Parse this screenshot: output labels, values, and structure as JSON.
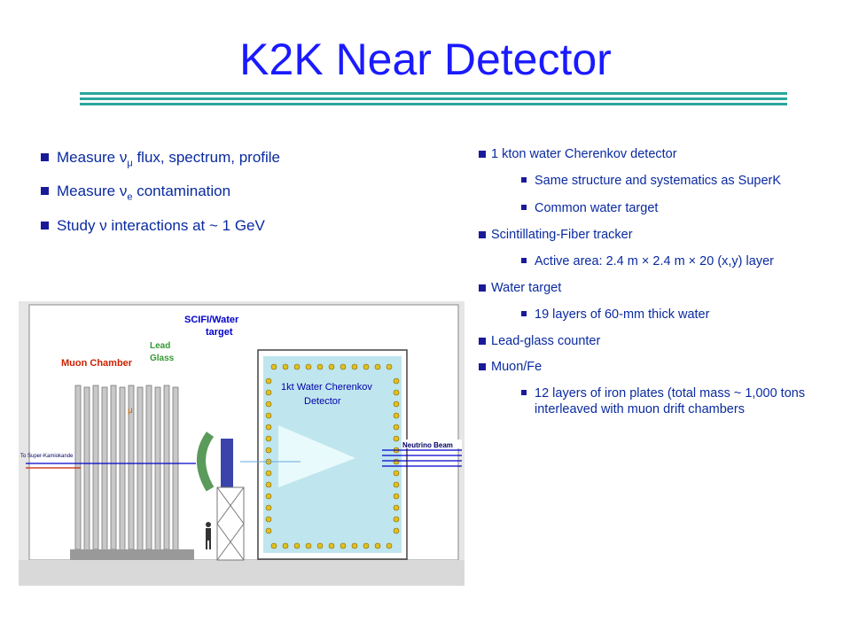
{
  "slide": {
    "title": "K2K Near Detector",
    "left_bullets": [
      {
        "pre": "Measure ",
        "sym": "ν",
        "sub": "μ",
        "post": " flux, spectrum, profile"
      },
      {
        "pre": "Measure ",
        "sym": "ν",
        "sub": "e",
        "post": " contamination"
      },
      {
        "pre": "Study ",
        "sym": "ν",
        "sub": "",
        "post": " interactions at ~ 1 GeV"
      }
    ],
    "right_items": [
      {
        "level": 1,
        "text": "1 kton water Cherenkov detector"
      },
      {
        "level": 2,
        "text": "Same structure and systematics as SuperK"
      },
      {
        "level": 2,
        "text": "Common water target"
      },
      {
        "level": 1,
        "text": "Scintillating-Fiber tracker"
      },
      {
        "level": 2,
        "text": "Active area:  2.4 m × 2.4 m × 20 (x,y) layer"
      },
      {
        "level": 1,
        "text": "Water target"
      },
      {
        "level": 2,
        "text": "19 layers of 60-mm thick water"
      },
      {
        "level": 1,
        "text": "Lead-glass counter"
      },
      {
        "level": 1,
        "text": "Muon/Fe"
      },
      {
        "level": 2,
        "text": "12 layers of iron plates (total mass ~ 1,000 tons interleaved with muon drift chambers"
      }
    ]
  },
  "diagram": {
    "labels": {
      "scifi": "SCIFI/Water",
      "scifi2": "target",
      "lead": "Lead",
      "lead2": "Glass",
      "muon": "Muon Chamber",
      "water1": "1kt Water Cherenkov",
      "water2": "Detector",
      "nubeam": "Neutrino Beam",
      "superk": "To Super-Kamiokande",
      "mu": "μ"
    }
  },
  "colors": {
    "title": "#1a1aff",
    "text": "#0a2aa0",
    "rule": "#2aa79b",
    "label_red": "#cc2200",
    "label_blue": "#0000cc"
  }
}
